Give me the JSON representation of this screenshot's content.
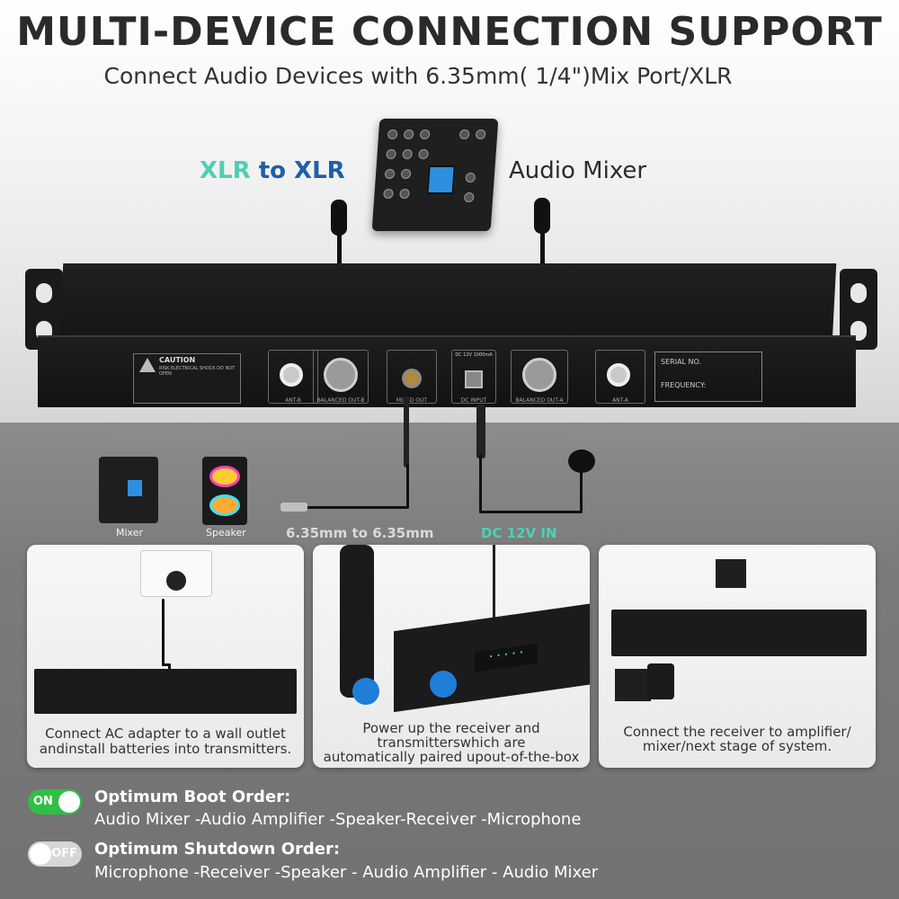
{
  "header": {
    "title": "MULTI-DEVICE CONNECTION SUPPORT",
    "subtitle": "Connect Audio Devices with 6.35mm( 1/4\")Mix Port/XLR"
  },
  "top_labels": {
    "xlr_part1": "XLR",
    "xlr_part2": " to ",
    "xlr_part3": "XLR",
    "audio_mixer": "Audio Mixer"
  },
  "device": {
    "caution_title": "CAUTION",
    "caution_sub": "RISK ELECTRICAL SHOCK DO NOT OPEN",
    "serial_label": "SERIAL NO.",
    "frequency_label": "FREQUENCY:",
    "port_labels": [
      "ANT-B",
      "BALANCED OUT-B",
      "MIXED OUT",
      "DC INPUT",
      "BALANCED OUT-A",
      "ANT-A"
    ],
    "dc_rating": "DC 12V 1000mA"
  },
  "small_devices": {
    "mixer_label": "Mixer",
    "speaker_label": "Speaker"
  },
  "connectors": {
    "jack_label": "6.35mm to 6.35mm",
    "dc_label": "DC 12V IN"
  },
  "cards": [
    {
      "text_line1": "Connect AC adapter to a wall outlet",
      "text_line2": "andinstall batteries into transmitters."
    },
    {
      "text_line1": "Power up the receiver and",
      "text_line2": "transmitterswhich are",
      "text_line3": "automatically paired upout-of-the-box"
    },
    {
      "text_line1": "Connect the receiver to amplifier/",
      "text_line2": "mixer/next stage of system."
    }
  ],
  "boot": {
    "toggle_label": "ON",
    "title": "Optimum Boot Order:",
    "body": "Audio Mixer -Audio Amplifier -Speaker-Receiver -Microphone"
  },
  "shutdown": {
    "toggle_label": "OFF",
    "title": "Optimum Shutdown Order:",
    "body": "Microphone -Receiver -Speaker - Audio Amplifier - Audio Mixer"
  },
  "colors": {
    "accent_teal": "#4fd0b6",
    "accent_blue": "#1f5fa8",
    "toggle_on": "#2fbf45",
    "toggle_off": "#d6d6d6"
  }
}
